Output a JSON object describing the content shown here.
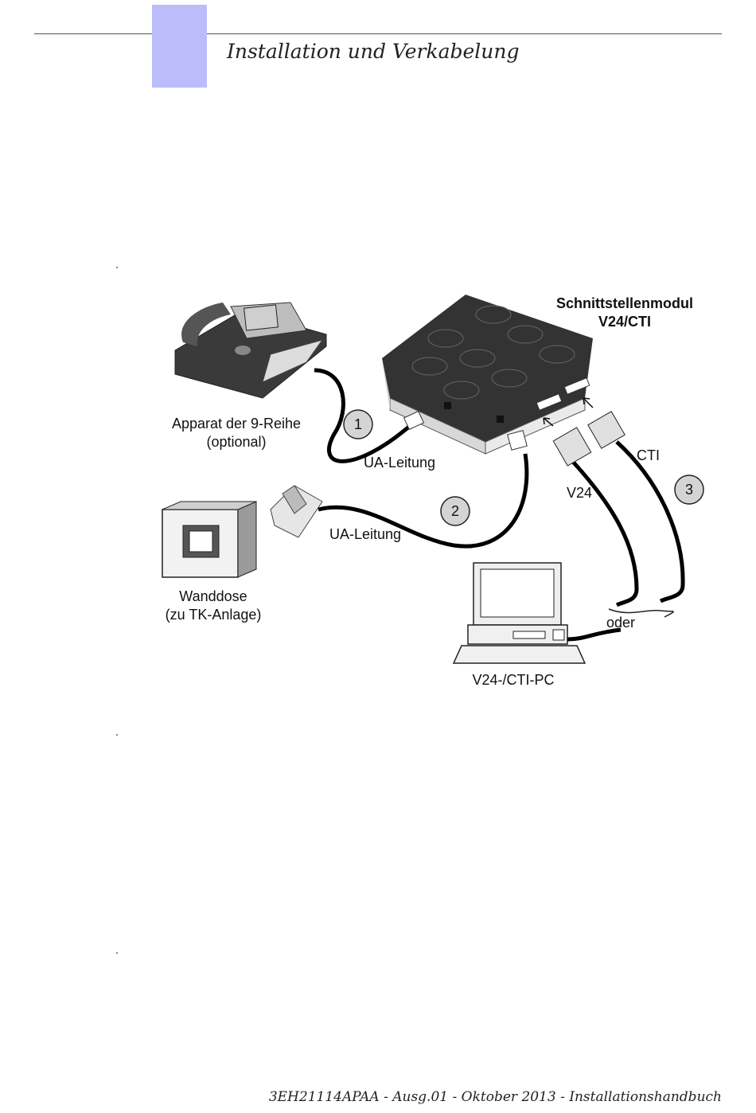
{
  "header": {
    "title": "Installation und Verkabelung"
  },
  "diagram": {
    "module_title_line1": "Schnittstellenmodul",
    "module_title_line2": "V24/CTI",
    "phone_label_line1": "Apparat der 9-Reihe",
    "phone_label_line2": "(optional)",
    "cable1_label": "UA-Leitung",
    "cable2_label": "UA-Leitung",
    "marker1": "1",
    "marker2": "2",
    "marker3": "3",
    "cti_label": "CTI",
    "v24_label": "V24",
    "oder_label": "oder",
    "wall_label_line1": "Wanddose",
    "wall_label_line2": "(zu TK-Anlage)",
    "pc_label": "V24-/CTI-PC"
  },
  "footer": {
    "text": "3EH21114APAA - Ausg.01 - Oktober 2013 - Installationshandbuch"
  }
}
